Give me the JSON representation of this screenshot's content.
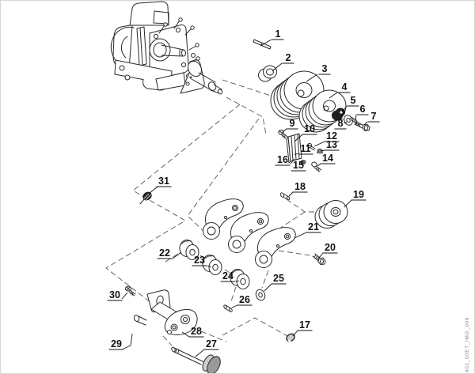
{
  "figure": {
    "code": "401_00ET_IMG_009",
    "callouts": [
      "1",
      "2",
      "3",
      "4",
      "5",
      "6",
      "7",
      "8",
      "9",
      "10",
      "11",
      "12",
      "13",
      "14",
      "15",
      "16",
      "17",
      "18",
      "19",
      "20",
      "21",
      "22",
      "23",
      "24",
      "25",
      "26",
      "27",
      "28",
      "29",
      "30",
      "31"
    ]
  }
}
